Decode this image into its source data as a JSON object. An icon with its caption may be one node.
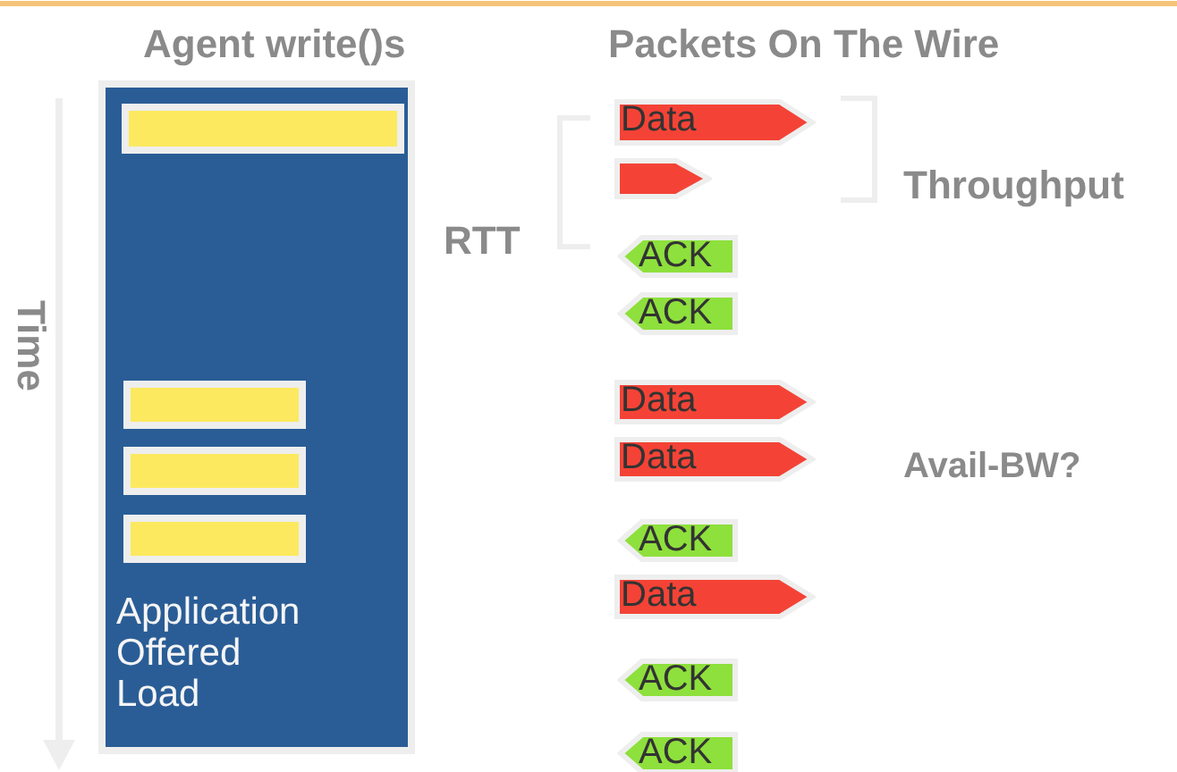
{
  "diagram": {
    "nodes": [
      {
        "text": [
          "Application Offered Load"
        ]
      },
      {
        "text": [],
        "shape": "bar",
        "in": 0
      },
      {
        "text": [],
        "shape": "bar",
        "in": 0
      },
      {
        "text": [],
        "shape": "bar",
        "in": 0
      },
      {
        "text": [],
        "shape": "bar",
        "in": 0
      },
      {
        "text": [
          "Data"
        ]
      },
      {
        "text": [],
        "shape": "arrow"
      },
      {
        "text": [
          "ACK"
        ]
      },
      {
        "text": [
          "ACK"
        ]
      },
      {
        "text": [
          "Data"
        ]
      },
      {
        "text": [
          "Data"
        ]
      },
      {
        "text": [
          "ACK"
        ]
      },
      {
        "text": [
          "Data"
        ]
      },
      {
        "text": [
          "ACK"
        ]
      },
      {
        "text": [
          "ACK"
        ]
      }
    ],
    "labels": [
      "Agent write()s",
      "Packets On The Wire",
      "RTT",
      "Throughput",
      "Time",
      "Avail-BW?"
    ]
  }
}
